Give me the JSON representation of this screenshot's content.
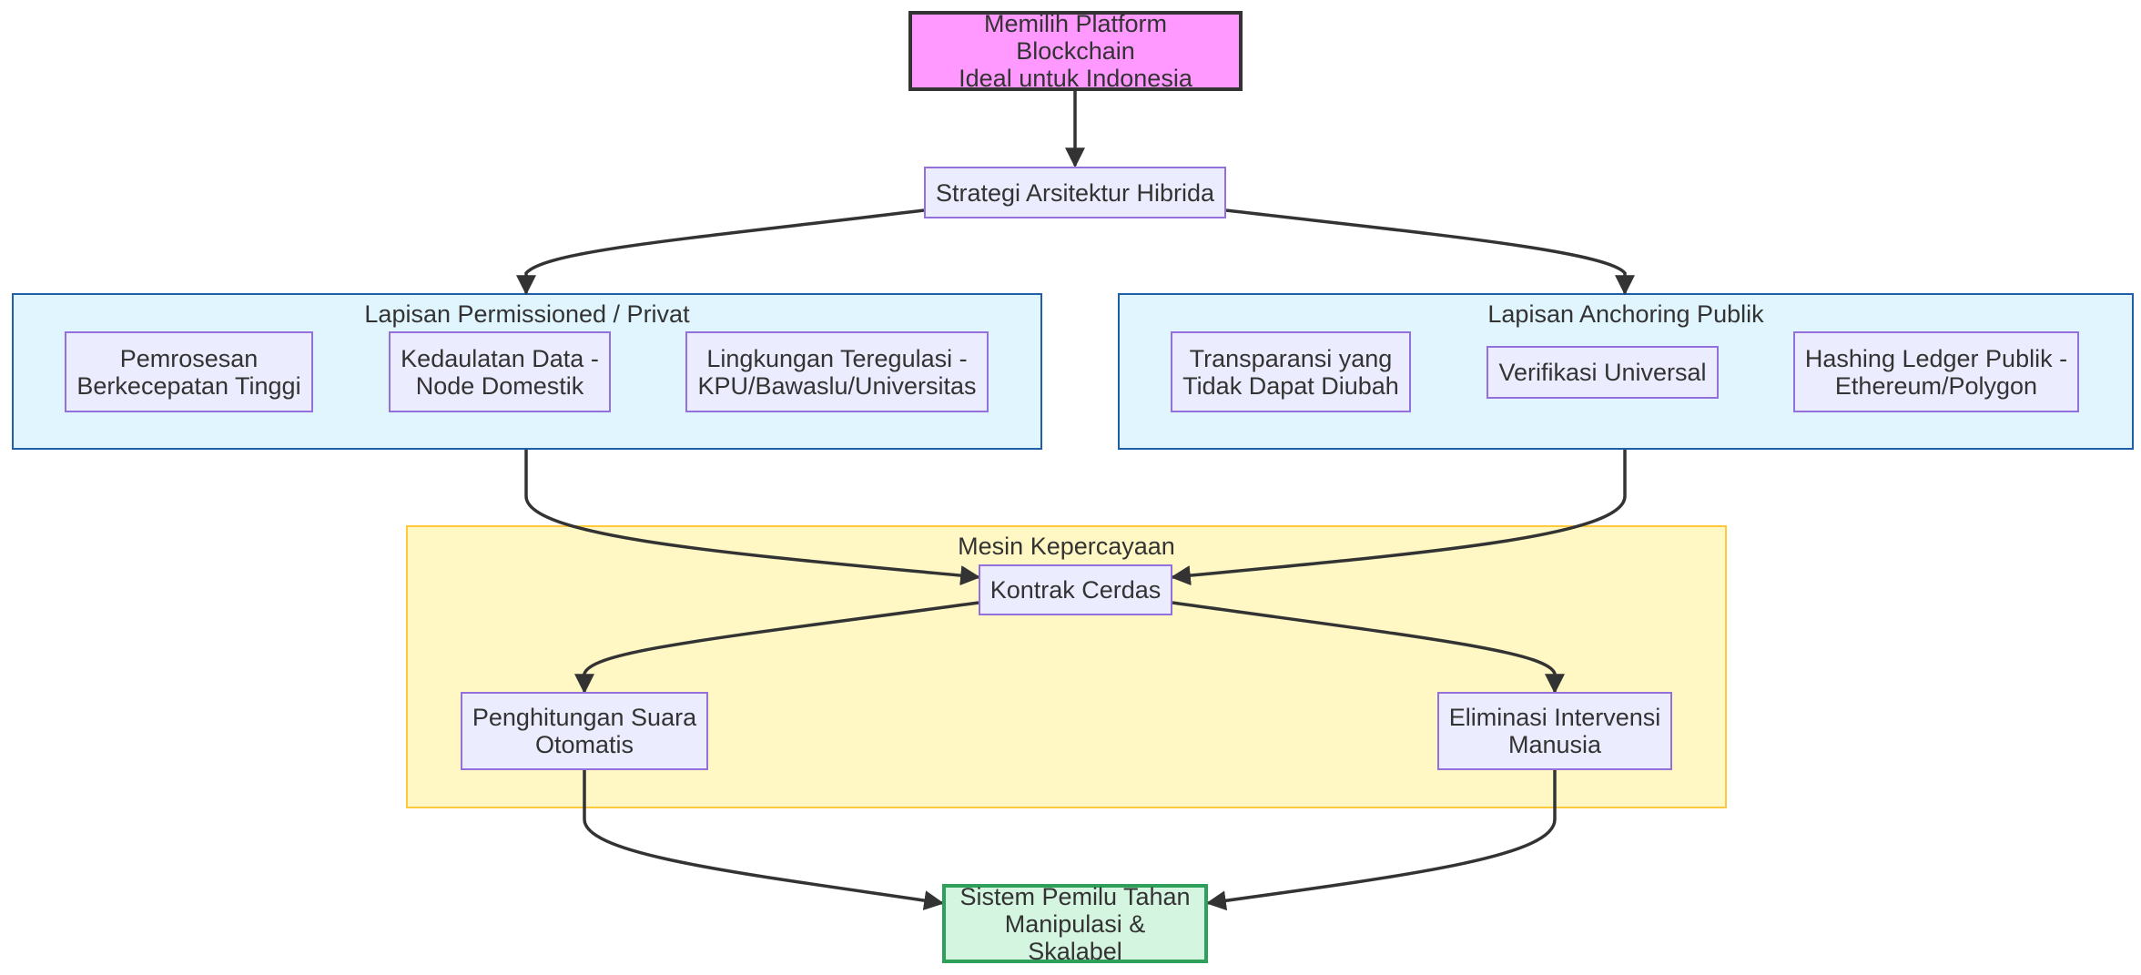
{
  "diagram": {
    "root": {
      "line1": "Memilih Platform Blockchain",
      "line2": "Ideal untuk Indonesia"
    },
    "strategy": {
      "text": "Strategi Arsitektur Hibrida"
    },
    "permissioned": {
      "title": "Lapisan Permissioned / Privat",
      "nodes": [
        {
          "line1": "Pemrosesan",
          "line2": "Berkecepatan Tinggi"
        },
        {
          "line1": "Kedaulatan Data -",
          "line2": "Node Domestik"
        },
        {
          "line1": "Lingkungan Teregulasi -",
          "line2": "KPU/Bawaslu/Universitas"
        }
      ]
    },
    "anchoring": {
      "title": "Lapisan Anchoring Publik",
      "nodes": [
        {
          "line1": "Transparansi yang",
          "line2": "Tidak Dapat Diubah"
        },
        {
          "line1": "Verifikasi Universal"
        },
        {
          "line1": "Hashing Ledger Publik -",
          "line2": "Ethereum/Polygon"
        }
      ]
    },
    "trust_engine": {
      "title": "Mesin Kepercayaan",
      "smart_contract": {
        "text": "Kontrak Cerdas"
      },
      "vote_count": {
        "line1": "Penghitungan Suara",
        "line2": "Otomatis"
      },
      "elimination": {
        "line1": "Eliminasi Intervensi",
        "line2": "Manusia"
      }
    },
    "result": {
      "line1": "Sistem Pemilu Tahan",
      "line2": "Manipulasi & Skalabel"
    }
  },
  "colors": {
    "start_fill": "#ff99ff",
    "start_border": "#333333",
    "node_fill": "#ececff",
    "node_border": "#9370db",
    "layer_fill": "#e1f5fe",
    "layer_border": "#1f5fa6",
    "trust_fill": "#fff8c4",
    "trust_border": "#ffc83d",
    "final_fill": "#d4f5e0",
    "final_border": "#2ea05a",
    "edge": "#333333"
  }
}
